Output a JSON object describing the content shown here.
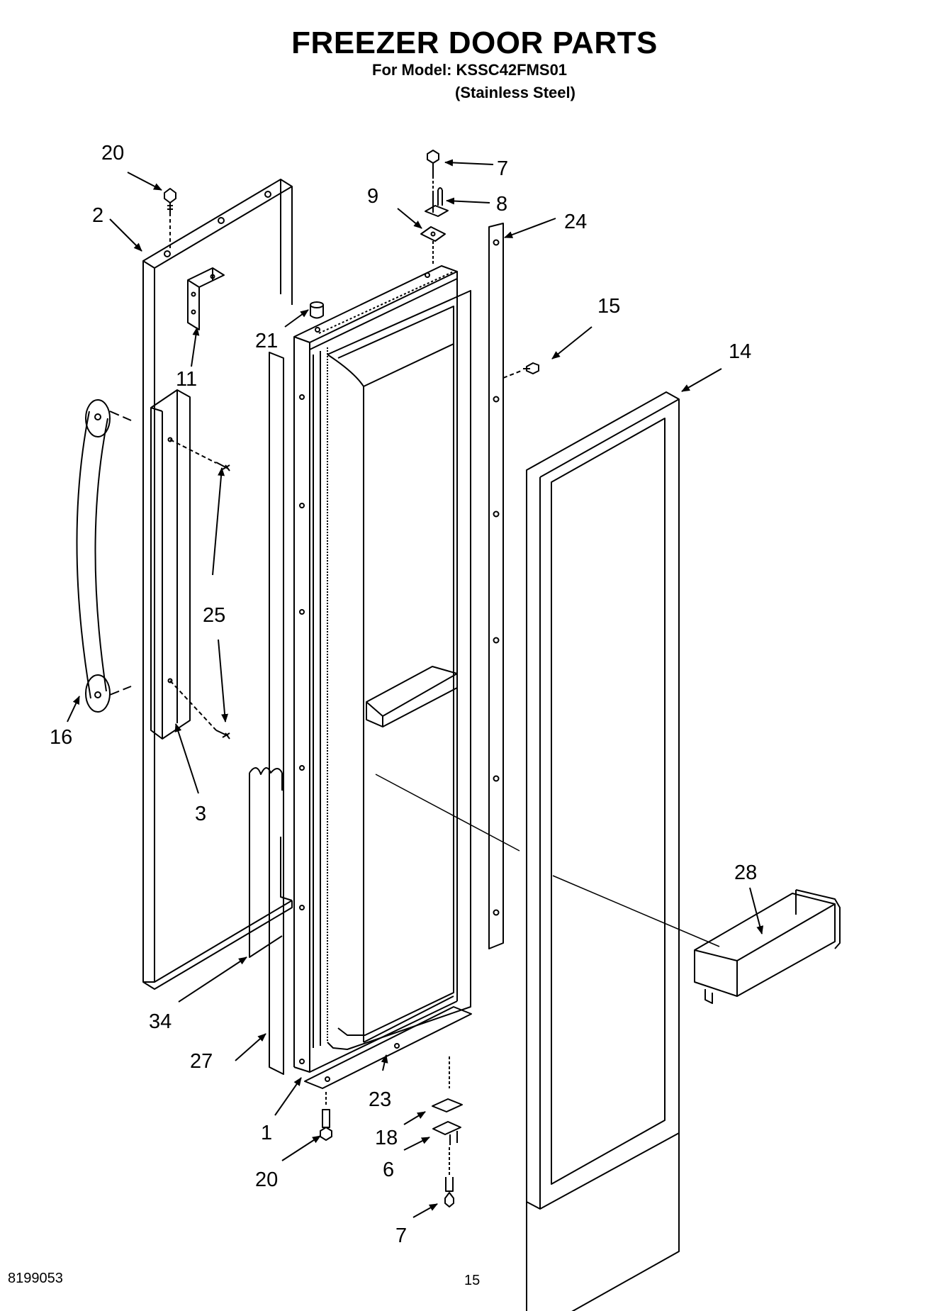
{
  "header": {
    "title": "FREEZER DOOR PARTS",
    "model": "For Model: KSSC42FMS01",
    "variant": "(Stainless Steel)"
  },
  "footer": {
    "doc_number": "8199053",
    "page": "15"
  },
  "callouts": {
    "c1": "1",
    "c2": "2",
    "c3": "3",
    "c6": "6",
    "c7_top": "7",
    "c7_bottom": "7",
    "c8": "8",
    "c9": "9",
    "c11": "11",
    "c14": "14",
    "c15": "15",
    "c16": "16",
    "c18": "18",
    "c20_top": "20",
    "c20_bottom": "20",
    "c21": "21",
    "c23": "23",
    "c24": "24",
    "c25": "25",
    "c27": "27",
    "c28": "28",
    "c34": "34"
  }
}
